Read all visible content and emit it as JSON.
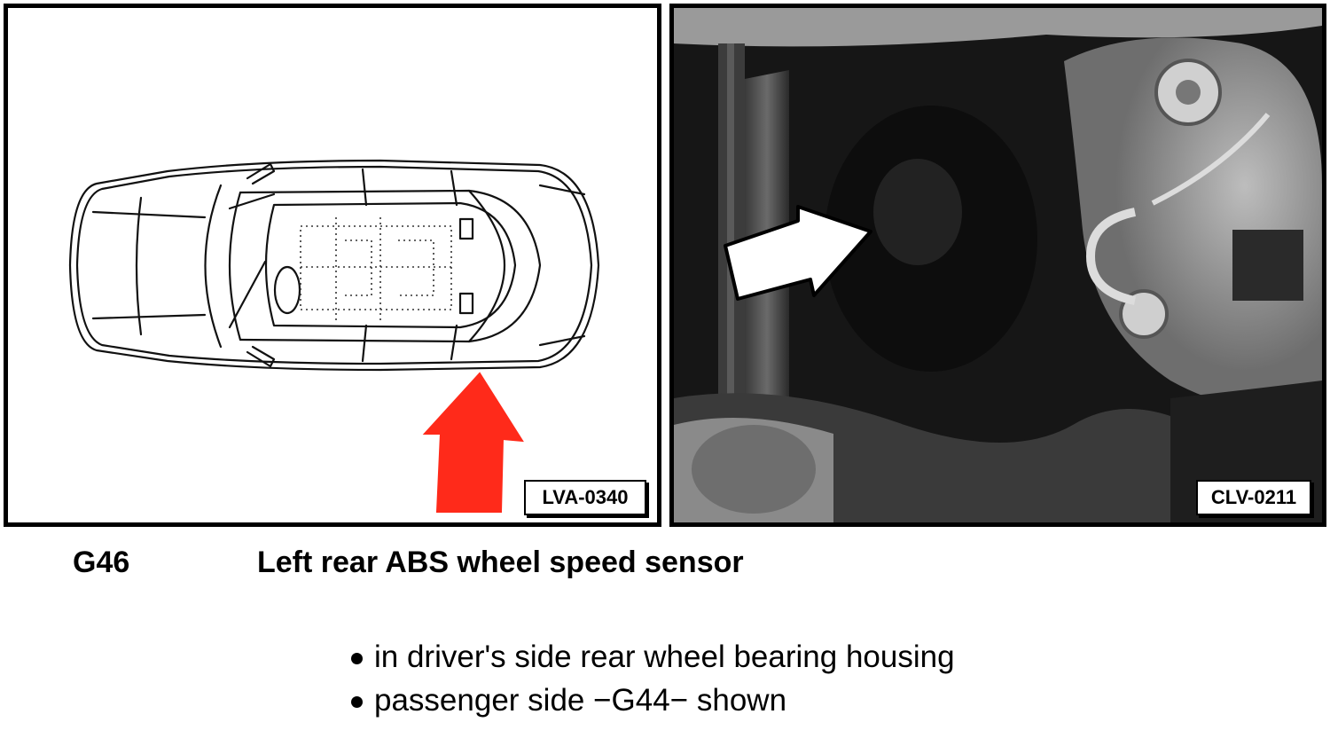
{
  "figure_left": {
    "ref_code": "LVA-0340",
    "arrow_color": "#ff2a1a"
  },
  "figure_right": {
    "ref_code": "CLV-0211",
    "arrow_color": "#ffffff"
  },
  "caption": {
    "component_code": "G46",
    "component_name": "Left rear ABS wheel speed sensor"
  },
  "notes": [
    "in driver's side rear wheel bearing housing",
    "passenger side −G44− shown"
  ]
}
